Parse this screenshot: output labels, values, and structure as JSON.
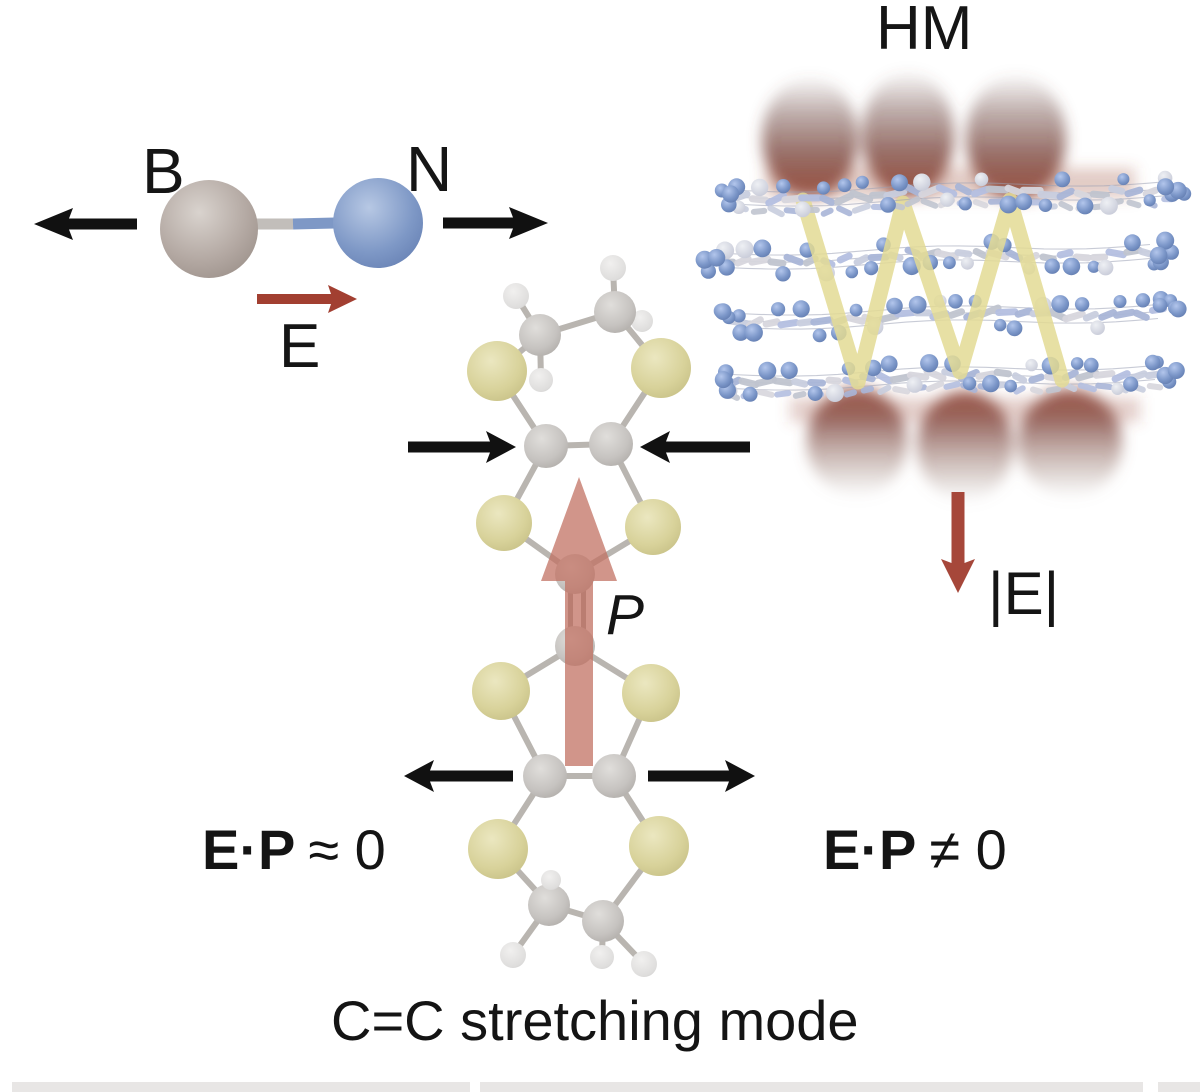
{
  "labels": {
    "bn_molecule": {
      "boron": "B",
      "nitrogen": "N",
      "field": "E"
    },
    "hm_stack": {
      "title": "HM",
      "field_magnitude": "|E|"
    },
    "ttf_molecule": {
      "polarization": "P"
    },
    "caption": "C=C stretching mode"
  },
  "formulas": {
    "left": {
      "bold": "E·P",
      "rest": "≈ 0"
    },
    "right": {
      "bold": "E·P",
      "rest": "≠ 0"
    }
  },
  "colors": {
    "background": "#ffffff",
    "arrow_black": "#111111",
    "field_red": "#a23f31",
    "polarization_pink": "#c17163",
    "sulfur_yellow": "#d8d29a",
    "carbon_gray": "#c6c3c0",
    "hydrogen_white": "#e3e2e1",
    "boron_taupe": "#b3a8a2",
    "nitrogen_blue": "#7e98c6",
    "layer_blue": "#7b96c8",
    "plume_red": "#8e4438",
    "zigzag_yellow": "#e3db94",
    "bottom_strip": "#d8d6d3"
  }
}
